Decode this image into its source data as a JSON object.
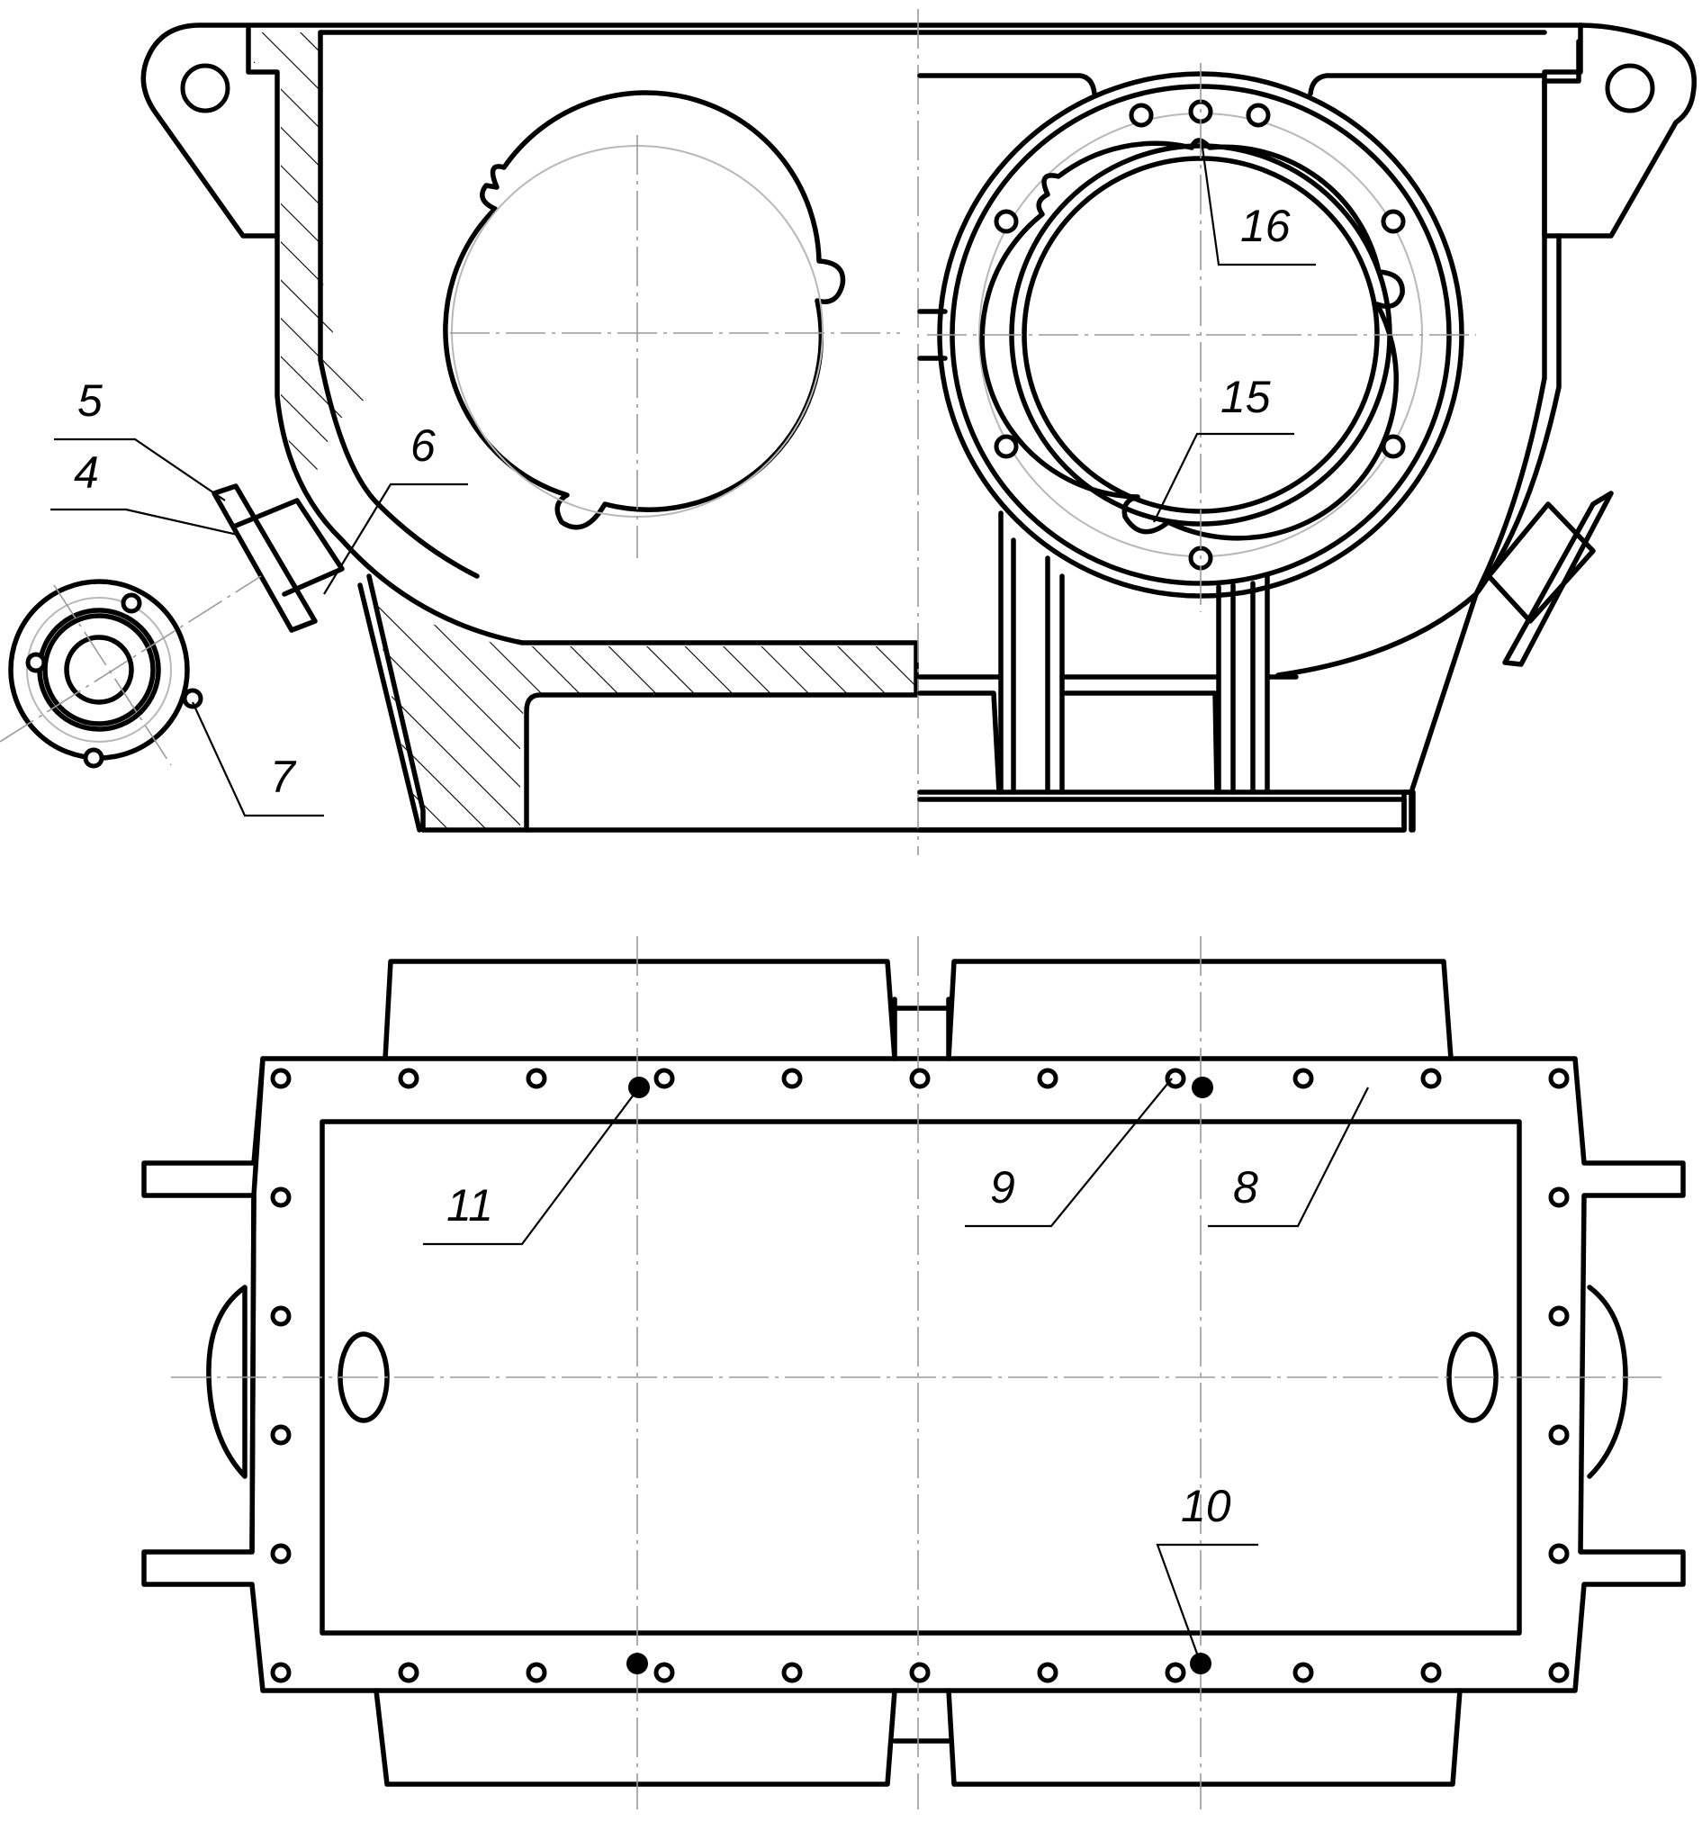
{
  "callouts": {
    "c4": "4",
    "c5": "5",
    "c6": "6",
    "c7": "7",
    "c8": "8",
    "c9": "9",
    "c10": "10",
    "c11": "11",
    "c15": "15",
    "c16": "16"
  },
  "colors": {
    "line": "#000000",
    "centerline": "#9a9a9a",
    "background": "#ffffff"
  }
}
